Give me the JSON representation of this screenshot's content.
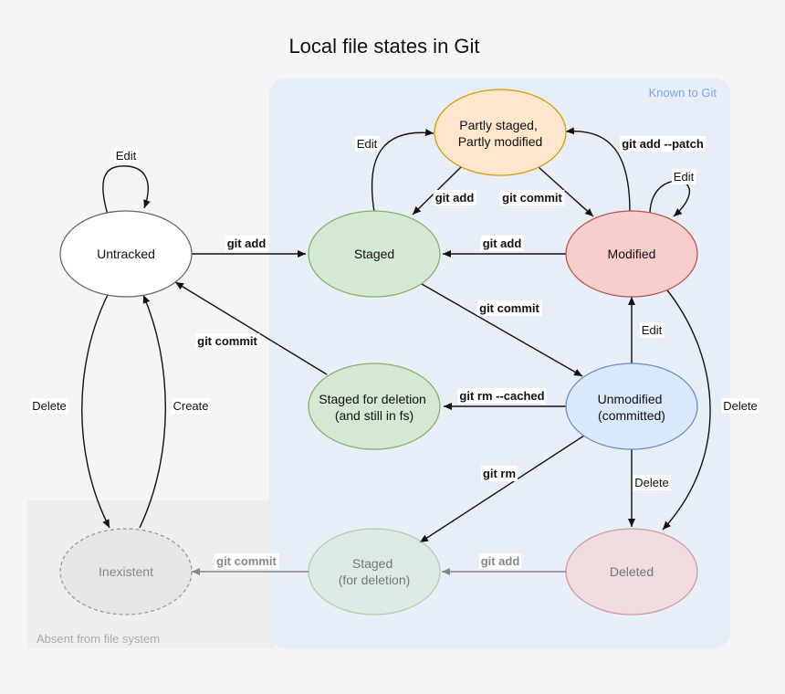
{
  "title": "Local file states in Git",
  "regions": {
    "known": "Known to Git",
    "absent": "Absent from file system"
  },
  "nodes": {
    "untracked": [
      "Untracked"
    ],
    "staged": [
      "Staged"
    ],
    "partly": [
      "Partly staged,",
      "Partly modified"
    ],
    "modified": [
      "Modified"
    ],
    "staged_deletion_fs": [
      "Staged for deletion",
      "(and still in fs)"
    ],
    "unmodified": [
      "Unmodified",
      "(committed)"
    ],
    "inexistent": [
      "Inexistent"
    ],
    "staged_deletion": [
      "Staged",
      "(for deletion)"
    ],
    "deleted": [
      "Deleted"
    ]
  },
  "edges": {
    "untracked_edit": "Edit",
    "untracked_add": "git add",
    "untracked_delete": "Delete",
    "inexistent_create": "Create",
    "staged_edit": "Edit",
    "partly_add": "git add",
    "partly_commit": "git commit",
    "modified_add_patch": "git add --patch",
    "modified_edit": "Edit",
    "modified_add": "git add",
    "staged_commit": "git commit",
    "sdfs_commit": "git commit",
    "unmodified_edit": "Edit",
    "unmodified_rm_cached": "git rm --cached",
    "unmodified_rm": "git rm",
    "unmodified_delete": "Delete",
    "modified_delete": "Delete",
    "deleted_add": "git add",
    "staged_deletion_commit": "git commit"
  },
  "colors": {
    "background": "#f5f5f5",
    "known_region": "#e7eef8",
    "known_label": "#7ea6e0",
    "absent_label": "#aaaaaa",
    "untracked_fill": "#ffffff",
    "staged_fill": "#d5e8d4",
    "staged_stroke": "#82b366",
    "partly_fill": "#ffe6cc",
    "partly_stroke": "#d79b00",
    "modified_fill": "#f8cecc",
    "modified_stroke": "#b85450",
    "unmodified_fill": "#dae8fc",
    "unmodified_stroke": "#6c8ebf",
    "inexistent_fill": "#e6e6e6"
  }
}
